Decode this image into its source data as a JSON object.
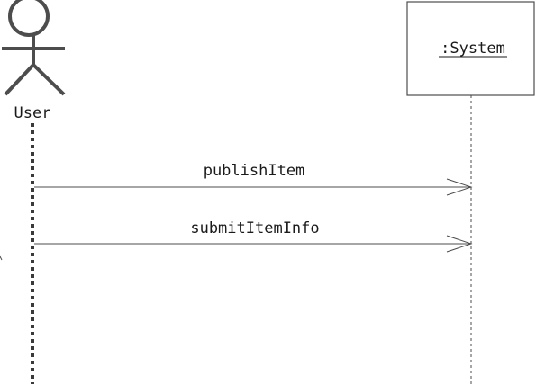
{
  "diagram": {
    "type": "sequence",
    "actor": {
      "label": "User"
    },
    "system": {
      "label": ":System"
    },
    "messages": [
      {
        "label": "publishItem"
      },
      {
        "label": "submitItemInfo"
      }
    ],
    "colors": {
      "stroke": "#4d4d4d",
      "text": "#1a1a1a",
      "box_fill": "#ffffff",
      "actor_lifeline": "#3a3a3a"
    }
  }
}
